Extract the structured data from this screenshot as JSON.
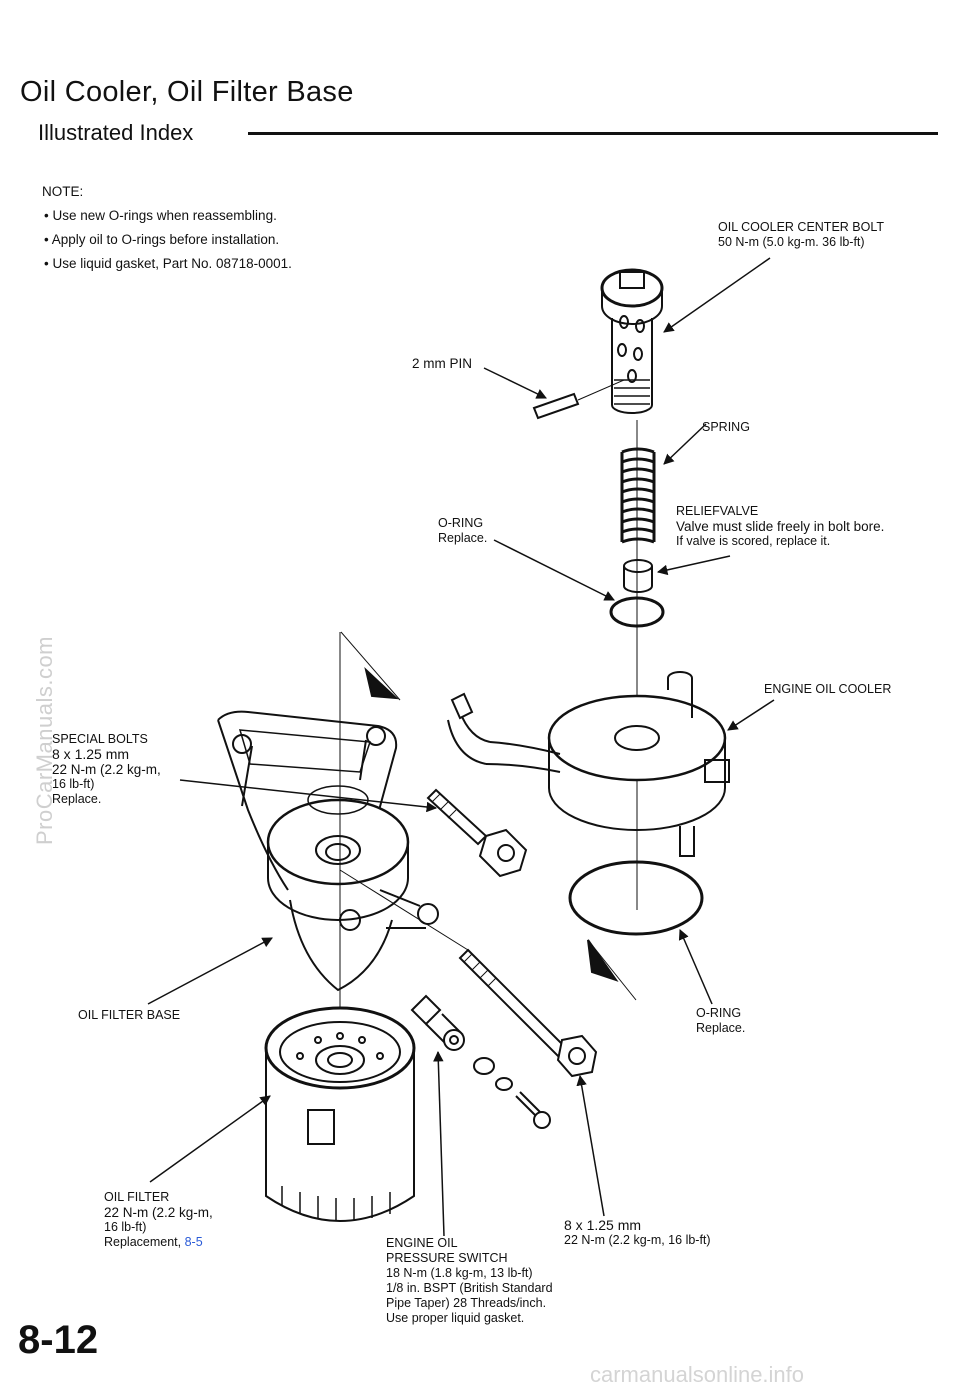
{
  "header": {
    "title": "Oil Cooler, Oil Filter Base",
    "subtitle": "Illustrated Index"
  },
  "note": {
    "heading": "NOTE:",
    "items": [
      "• Use new O-rings when reassembling.",
      "• Apply oil to O-rings before installation.",
      "• Use liquid gasket, Part No. 08718-0001."
    ]
  },
  "labels": {
    "center_bolt": [
      "OIL COOLER CENTER BOLT",
      "50 N-m (5.0 kg-m. 36 lb-ft)"
    ],
    "pin": "2 mm PIN",
    "spring": "SPRING",
    "relief_valve": [
      "RELIEFVALVE",
      "Valve must slide freely in bolt bore.",
      "If valve is scored, replace it."
    ],
    "oring_top": [
      "O-RING",
      "Replace."
    ],
    "engine_oil_cooler": "ENGINE OIL COOLER",
    "special_bolts": [
      "SPECIAL BOLTS",
      "8 x 1.25 mm",
      "22 N-m (2.2 kg-m,",
      "16 lb-ft)",
      "Replace."
    ],
    "oil_filter_base": "OIL FILTER BASE",
    "oring_bottom": [
      "O-RING",
      "Replace."
    ],
    "oil_filter": [
      "OIL FILTER",
      "22 N-m (2.2 kg-m,",
      "16 lb-ft)",
      "Replacement,"
    ],
    "oil_filter_link": "8-5",
    "bolt_8x125": [
      "8 x 1.25 mm",
      "22 N-m (2.2 kg-m, 16 lb-ft)"
    ],
    "pressure_switch": [
      "ENGINE OIL",
      "PRESSURE SWITCH",
      "18 N-m (1.8 kg-m, 13 lb-ft)",
      "1/8 in. BSPT (British Standard",
      "Pipe Taper) 28 Threads/inch.",
      "Use proper liquid gasket."
    ]
  },
  "watermark": "ProCarManuals.com",
  "page_number": "8-12",
  "footer": "carmanualsonline.info"
}
